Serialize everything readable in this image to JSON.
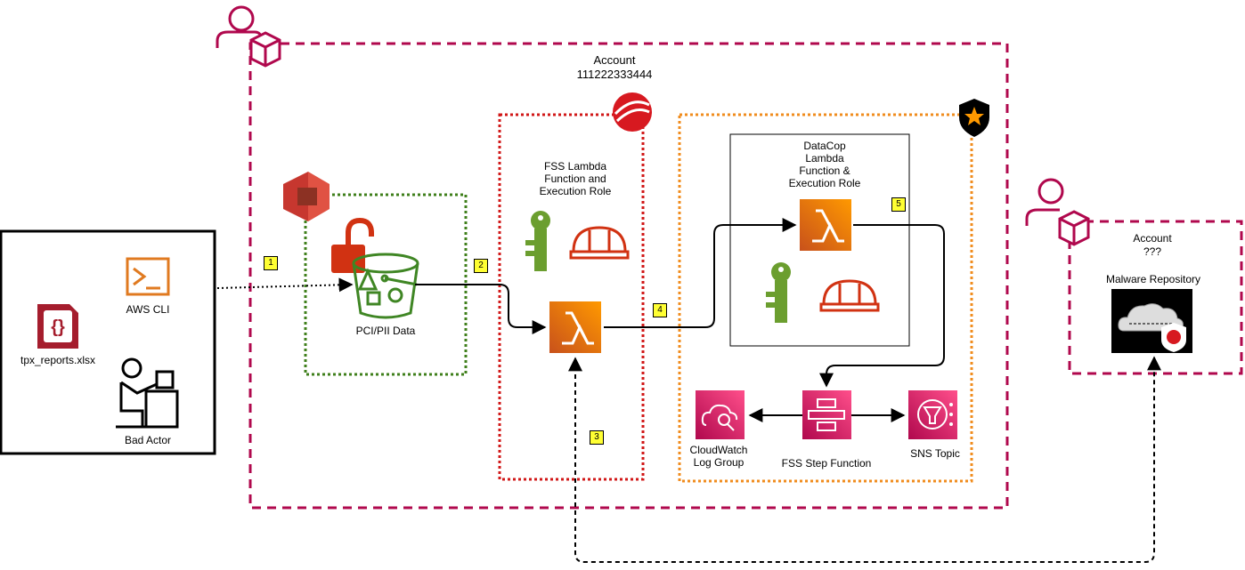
{
  "account_main": {
    "title": "Account",
    "id": "111222333444"
  },
  "account_external": {
    "title": "Account",
    "id": "???"
  },
  "attacker_box": {
    "file_label": "tpx_reports.xlsx",
    "cli_label": "AWS CLI",
    "actor_label": "Bad Actor"
  },
  "s3": {
    "bucket_label": "PCI/PII Data"
  },
  "fss": {
    "title_lines": [
      "FSS Lambda",
      "Function and",
      "Execution Role"
    ]
  },
  "datacop": {
    "title_lines": [
      "DataCop",
      "Lambda",
      "Function &",
      "Execution Role"
    ]
  },
  "services": {
    "cloudwatch_lines": [
      "CloudWatch",
      "Log Group"
    ],
    "step_function": "FSS Step Function",
    "sns": "SNS Topic"
  },
  "malware_repo": {
    "label": "Malware Repository"
  },
  "steps": [
    "1",
    "2",
    "3",
    "4",
    "5"
  ],
  "colors": {
    "account_border": "#b0084d",
    "s3_zone_border": "#3f7f1b",
    "fss_zone_border": "#d11818",
    "datacop_zone_border": "#f08c1e",
    "badge_fill": "#ffff33",
    "lambda_orange": "#f58536",
    "iam_green": "#6b9e2f",
    "s3_red": "#c7372f",
    "pink_service": "#e7157b"
  },
  "icons": [
    "user-account-icon",
    "s3-icon",
    "bucket-icon",
    "open-lock-icon",
    "lambda-icon",
    "iam-key-icon",
    "iam-role-helmet-icon",
    "trend-micro-logo",
    "police-badge-icon",
    "cloudwatch-icon",
    "step-functions-icon",
    "sns-icon",
    "json-file-icon",
    "terminal-icon",
    "desk-person-icon",
    "cloud-shield-icon"
  ]
}
